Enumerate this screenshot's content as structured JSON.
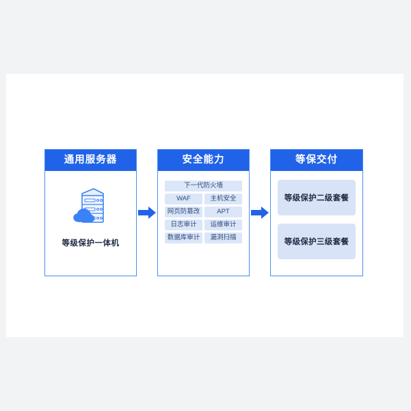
{
  "canvas": {
    "background_color": "#f2f3f5",
    "card_background_color": "#ffffff"
  },
  "theme": {
    "header_blue": "#2163e8",
    "border_blue": "#4a8cf0",
    "tag_fill": "#dbe6f8",
    "package_fill": "#d8e3f7",
    "arrow_blue": "#2163e8",
    "text_dark": "#1f2a44",
    "tag_text": "#2f4a7a"
  },
  "diagram": {
    "panels": [
      {
        "id": "general-server",
        "header": "通用服务器",
        "icon_name": "server-cloud-icon",
        "caption": "等级保护一体机"
      },
      {
        "id": "security-capability",
        "header": "安全能力",
        "tags": [
          {
            "label": "下一代防火墙",
            "span": "wide"
          },
          {
            "label": "WAF",
            "span": "half"
          },
          {
            "label": "主机安全",
            "span": "half"
          },
          {
            "label": "网页防篡改",
            "span": "half"
          },
          {
            "label": "APT",
            "span": "half"
          },
          {
            "label": "日志审计",
            "span": "half"
          },
          {
            "label": "运维审计",
            "span": "half"
          },
          {
            "label": "数据库审计",
            "span": "half"
          },
          {
            "label": "漏洞扫描",
            "span": "half"
          }
        ]
      },
      {
        "id": "mlps-delivery",
        "header": "等保交付",
        "packages": [
          {
            "label": "等级保护二级套餐"
          },
          {
            "label": "等级保护三级套餐"
          }
        ]
      }
    ],
    "arrows": [
      {
        "name": "arrow-server-to-capability",
        "direction": "right"
      },
      {
        "name": "arrow-capability-to-delivery",
        "direction": "right"
      }
    ]
  }
}
